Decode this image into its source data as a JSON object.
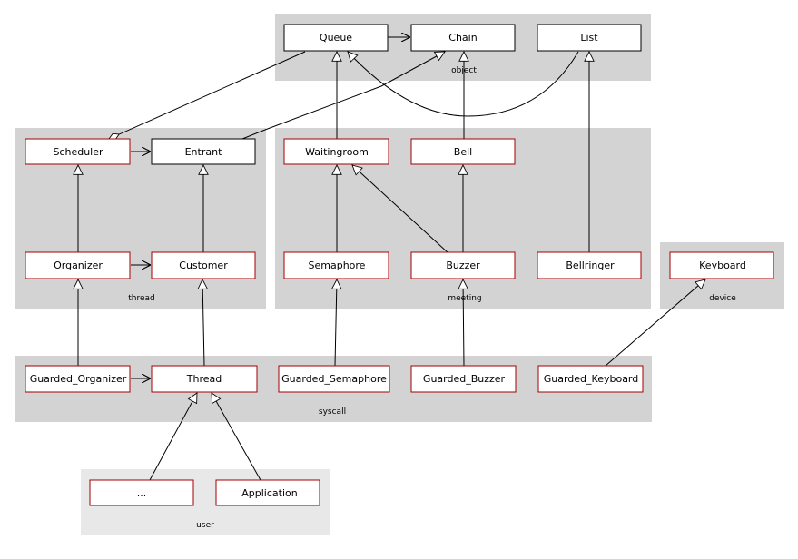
{
  "packages": [
    {
      "id": "object",
      "label": "object",
      "fill": "#d3d3d3"
    },
    {
      "id": "thread",
      "label": "thread",
      "fill": "#d3d3d3"
    },
    {
      "id": "meeting",
      "label": "meeting",
      "fill": "#d3d3d3"
    },
    {
      "id": "device",
      "label": "device",
      "fill": "#d3d3d3"
    },
    {
      "id": "syscall",
      "label": "syscall",
      "fill": "#d3d3d3"
    },
    {
      "id": "user",
      "label": "user",
      "fill": "#e8e8e8"
    }
  ],
  "classes": [
    {
      "id": "queue",
      "label": "Queue",
      "border": "#000000"
    },
    {
      "id": "chain",
      "label": "Chain",
      "border": "#000000"
    },
    {
      "id": "list",
      "label": "List",
      "border": "#000000"
    },
    {
      "id": "scheduler",
      "label": "Scheduler",
      "border": "#a00000"
    },
    {
      "id": "entrant",
      "label": "Entrant",
      "border": "#000000"
    },
    {
      "id": "waitingroom",
      "label": "Waitingroom",
      "border": "#a00000"
    },
    {
      "id": "bell",
      "label": "Bell",
      "border": "#a00000"
    },
    {
      "id": "organizer",
      "label": "Organizer",
      "border": "#a00000"
    },
    {
      "id": "customer",
      "label": "Customer",
      "border": "#a00000"
    },
    {
      "id": "semaphore",
      "label": "Semaphore",
      "border": "#a00000"
    },
    {
      "id": "buzzer",
      "label": "Buzzer",
      "border": "#a00000"
    },
    {
      "id": "bellringer",
      "label": "Bellringer",
      "border": "#a00000"
    },
    {
      "id": "keyboard",
      "label": "Keyboard",
      "border": "#a00000"
    },
    {
      "id": "guarded_organizer",
      "label": "Guarded_Organizer",
      "border": "#a00000"
    },
    {
      "id": "thread_cls",
      "label": "Thread",
      "border": "#a00000"
    },
    {
      "id": "guarded_semaphore",
      "label": "Guarded_Semaphore",
      "border": "#a00000"
    },
    {
      "id": "guarded_buzzer",
      "label": "Guarded_Buzzer",
      "border": "#a00000"
    },
    {
      "id": "guarded_keyboard",
      "label": "Guarded_Keyboard",
      "border": "#a00000"
    },
    {
      "id": "dots",
      "label": "...",
      "border": "#a00000"
    },
    {
      "id": "application",
      "label": "Application",
      "border": "#a00000"
    }
  ],
  "relations": [
    {
      "from": "queue",
      "to": "chain",
      "type": "association"
    },
    {
      "from": "scheduler",
      "to": "entrant",
      "type": "association"
    },
    {
      "from": "organizer",
      "to": "customer",
      "type": "association"
    },
    {
      "from": "guarded_organizer",
      "to": "thread_cls",
      "type": "association"
    },
    {
      "from": "waitingroom",
      "to": "queue",
      "type": "inheritance"
    },
    {
      "from": "bell",
      "to": "chain",
      "type": "inheritance"
    },
    {
      "from": "bellringer",
      "to": "list",
      "type": "inheritance"
    },
    {
      "from": "entrant",
      "to": "chain",
      "type": "inheritance"
    },
    {
      "from": "list",
      "to": "queue",
      "type": "inheritance"
    },
    {
      "from": "queue",
      "to": "scheduler",
      "type": "aggregation"
    },
    {
      "from": "organizer",
      "to": "scheduler",
      "type": "inheritance"
    },
    {
      "from": "customer",
      "to": "entrant",
      "type": "inheritance"
    },
    {
      "from": "semaphore",
      "to": "waitingroom",
      "type": "inheritance"
    },
    {
      "from": "buzzer",
      "to": "waitingroom",
      "type": "inheritance"
    },
    {
      "from": "buzzer",
      "to": "bell",
      "type": "inheritance"
    },
    {
      "from": "guarded_organizer",
      "to": "organizer",
      "type": "inheritance"
    },
    {
      "from": "thread_cls",
      "to": "customer",
      "type": "inheritance"
    },
    {
      "from": "guarded_semaphore",
      "to": "semaphore",
      "type": "inheritance"
    },
    {
      "from": "guarded_buzzer",
      "to": "buzzer",
      "type": "inheritance"
    },
    {
      "from": "guarded_keyboard",
      "to": "keyboard",
      "type": "inheritance"
    },
    {
      "from": "dots",
      "to": "thread_cls",
      "type": "inheritance"
    },
    {
      "from": "application",
      "to": "thread_cls",
      "type": "inheritance"
    }
  ]
}
